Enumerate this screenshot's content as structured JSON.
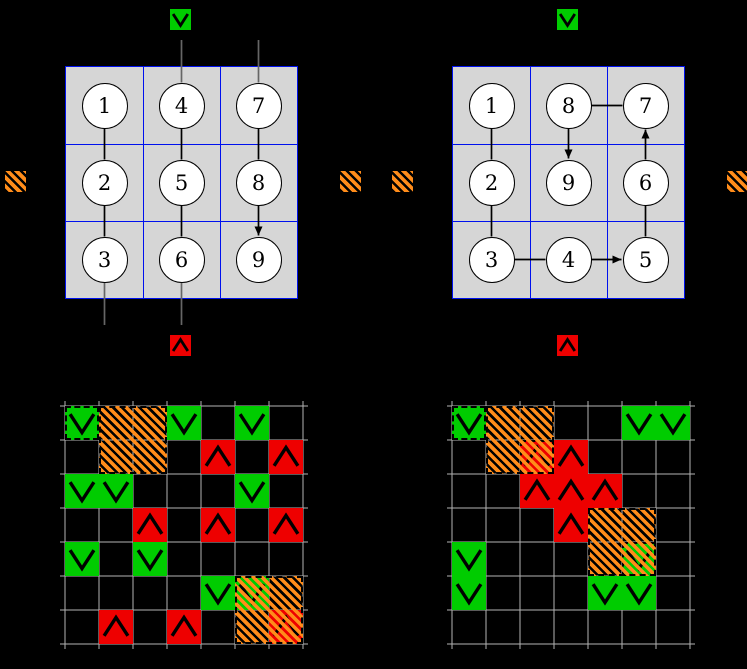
{
  "figure": {
    "background": "#000000",
    "colors": {
      "green": "#00cc00",
      "red": "#ee0000",
      "orange": "#ff8c1a",
      "grid_fill": "#d6d6d6",
      "grid_border": "#0011ee",
      "circle_fill": "#ffffff",
      "line": "#000000",
      "stub": "#666666",
      "lattice": "#b3b3b3"
    },
    "panels": [
      {
        "id": "left",
        "order_name": "column-boustrophedon",
        "rows": 3,
        "cols": 3,
        "cells": [
          [
            "1",
            "4",
            "7"
          ],
          [
            "2",
            "5",
            "8"
          ],
          [
            "3",
            "6",
            "9"
          ]
        ],
        "edges": [
          {
            "a": [
              1,
              1
            ],
            "b": [
              2,
              1
            ]
          },
          {
            "a": [
              2,
              1
            ],
            "b": [
              3,
              1
            ]
          },
          {
            "a": [
              1,
              2
            ],
            "b": [
              2,
              2
            ]
          },
          {
            "a": [
              2,
              2
            ],
            "b": [
              3,
              2
            ]
          },
          {
            "a": [
              1,
              3
            ],
            "b": [
              2,
              3
            ]
          },
          {
            "a": [
              2,
              3
            ],
            "b": [
              3,
              3
            ],
            "arrow": true
          }
        ],
        "stubs": [
          {
            "side": "top",
            "col": 2
          },
          {
            "side": "top",
            "col": 3
          },
          {
            "side": "bottom",
            "col": 1
          },
          {
            "side": "bottom",
            "col": 2
          }
        ],
        "markers": {
          "top": "green-chevron-down",
          "bottom": "red-chevron-up",
          "left": "orange-hatch",
          "right": "orange-hatch"
        }
      },
      {
        "id": "right",
        "order_name": "inward-spiral",
        "rows": 3,
        "cols": 3,
        "cells": [
          [
            "1",
            "8",
            "7"
          ],
          [
            "2",
            "9",
            "6"
          ],
          [
            "3",
            "4",
            "5"
          ]
        ],
        "edges": [
          {
            "a": [
              1,
              1
            ],
            "b": [
              2,
              1
            ]
          },
          {
            "a": [
              2,
              1
            ],
            "b": [
              3,
              1
            ]
          },
          {
            "a": [
              3,
              1
            ],
            "b": [
              3,
              2
            ]
          },
          {
            "a": [
              3,
              2
            ],
            "b": [
              3,
              3
            ],
            "arrow": true
          },
          {
            "a": [
              3,
              3
            ],
            "b": [
              2,
              3
            ]
          },
          {
            "a": [
              2,
              3
            ],
            "b": [
              1,
              3
            ],
            "arrow": true
          },
          {
            "a": [
              1,
              3
            ],
            "b": [
              1,
              2
            ]
          },
          {
            "a": [
              1,
              2
            ],
            "b": [
              2,
              2
            ],
            "arrow": true
          }
        ],
        "stubs": [],
        "markers": {
          "top": "green-chevron-down",
          "bottom": "red-chevron-up",
          "left": "orange-hatch",
          "right": "orange-hatch"
        }
      }
    ],
    "bottom_grids": [
      {
        "id": "left",
        "rows": 7,
        "cols": 7,
        "cells": [
          {
            "r": 1,
            "c": 1,
            "t": "green",
            "dashed": true
          },
          {
            "r": 1,
            "c": 4,
            "t": "green"
          },
          {
            "r": 1,
            "c": 6,
            "t": "green"
          },
          {
            "r": 2,
            "c": 5,
            "t": "red"
          },
          {
            "r": 2,
            "c": 7,
            "t": "red"
          },
          {
            "r": 3,
            "c": 1,
            "t": "green"
          },
          {
            "r": 3,
            "c": 2,
            "t": "green"
          },
          {
            "r": 3,
            "c": 6,
            "t": "green"
          },
          {
            "r": 4,
            "c": 3,
            "t": "red"
          },
          {
            "r": 4,
            "c": 5,
            "t": "red"
          },
          {
            "r": 4,
            "c": 7,
            "t": "red"
          },
          {
            "r": 5,
            "c": 1,
            "t": "green"
          },
          {
            "r": 5,
            "c": 3,
            "t": "green"
          },
          {
            "r": 6,
            "c": 5,
            "t": "green"
          },
          {
            "r": 6,
            "c": 6,
            "t": "green"
          },
          {
            "r": 7,
            "c": 2,
            "t": "red"
          },
          {
            "r": 7,
            "c": 4,
            "t": "red"
          },
          {
            "r": 7,
            "c": 7,
            "t": "red"
          }
        ],
        "blocks": [
          {
            "r": 1,
            "c": 2,
            "h": 2,
            "w": 2
          },
          {
            "r": 6,
            "c": 6,
            "h": 2,
            "w": 2
          }
        ]
      },
      {
        "id": "right",
        "rows": 7,
        "cols": 7,
        "cells": [
          {
            "r": 1,
            "c": 1,
            "t": "green",
            "dashed": true
          },
          {
            "r": 1,
            "c": 6,
            "t": "green"
          },
          {
            "r": 1,
            "c": 7,
            "t": "green"
          },
          {
            "r": 2,
            "c": 3,
            "t": "red",
            "dashed": true
          },
          {
            "r": 2,
            "c": 4,
            "t": "red"
          },
          {
            "r": 3,
            "c": 3,
            "t": "red"
          },
          {
            "r": 3,
            "c": 4,
            "t": "red"
          },
          {
            "r": 3,
            "c": 5,
            "t": "red"
          },
          {
            "r": 4,
            "c": 4,
            "t": "red"
          },
          {
            "r": 5,
            "c": 1,
            "t": "green"
          },
          {
            "r": 6,
            "c": 1,
            "t": "green"
          },
          {
            "r": 5,
            "c": 6,
            "t": "green",
            "dashed": true
          },
          {
            "r": 6,
            "c": 5,
            "t": "green"
          },
          {
            "r": 6,
            "c": 6,
            "t": "green"
          }
        ],
        "blocks": [
          {
            "r": 1,
            "c": 2,
            "h": 2,
            "w": 2
          },
          {
            "r": 4,
            "c": 5,
            "h": 2,
            "w": 2
          }
        ]
      }
    ]
  }
}
